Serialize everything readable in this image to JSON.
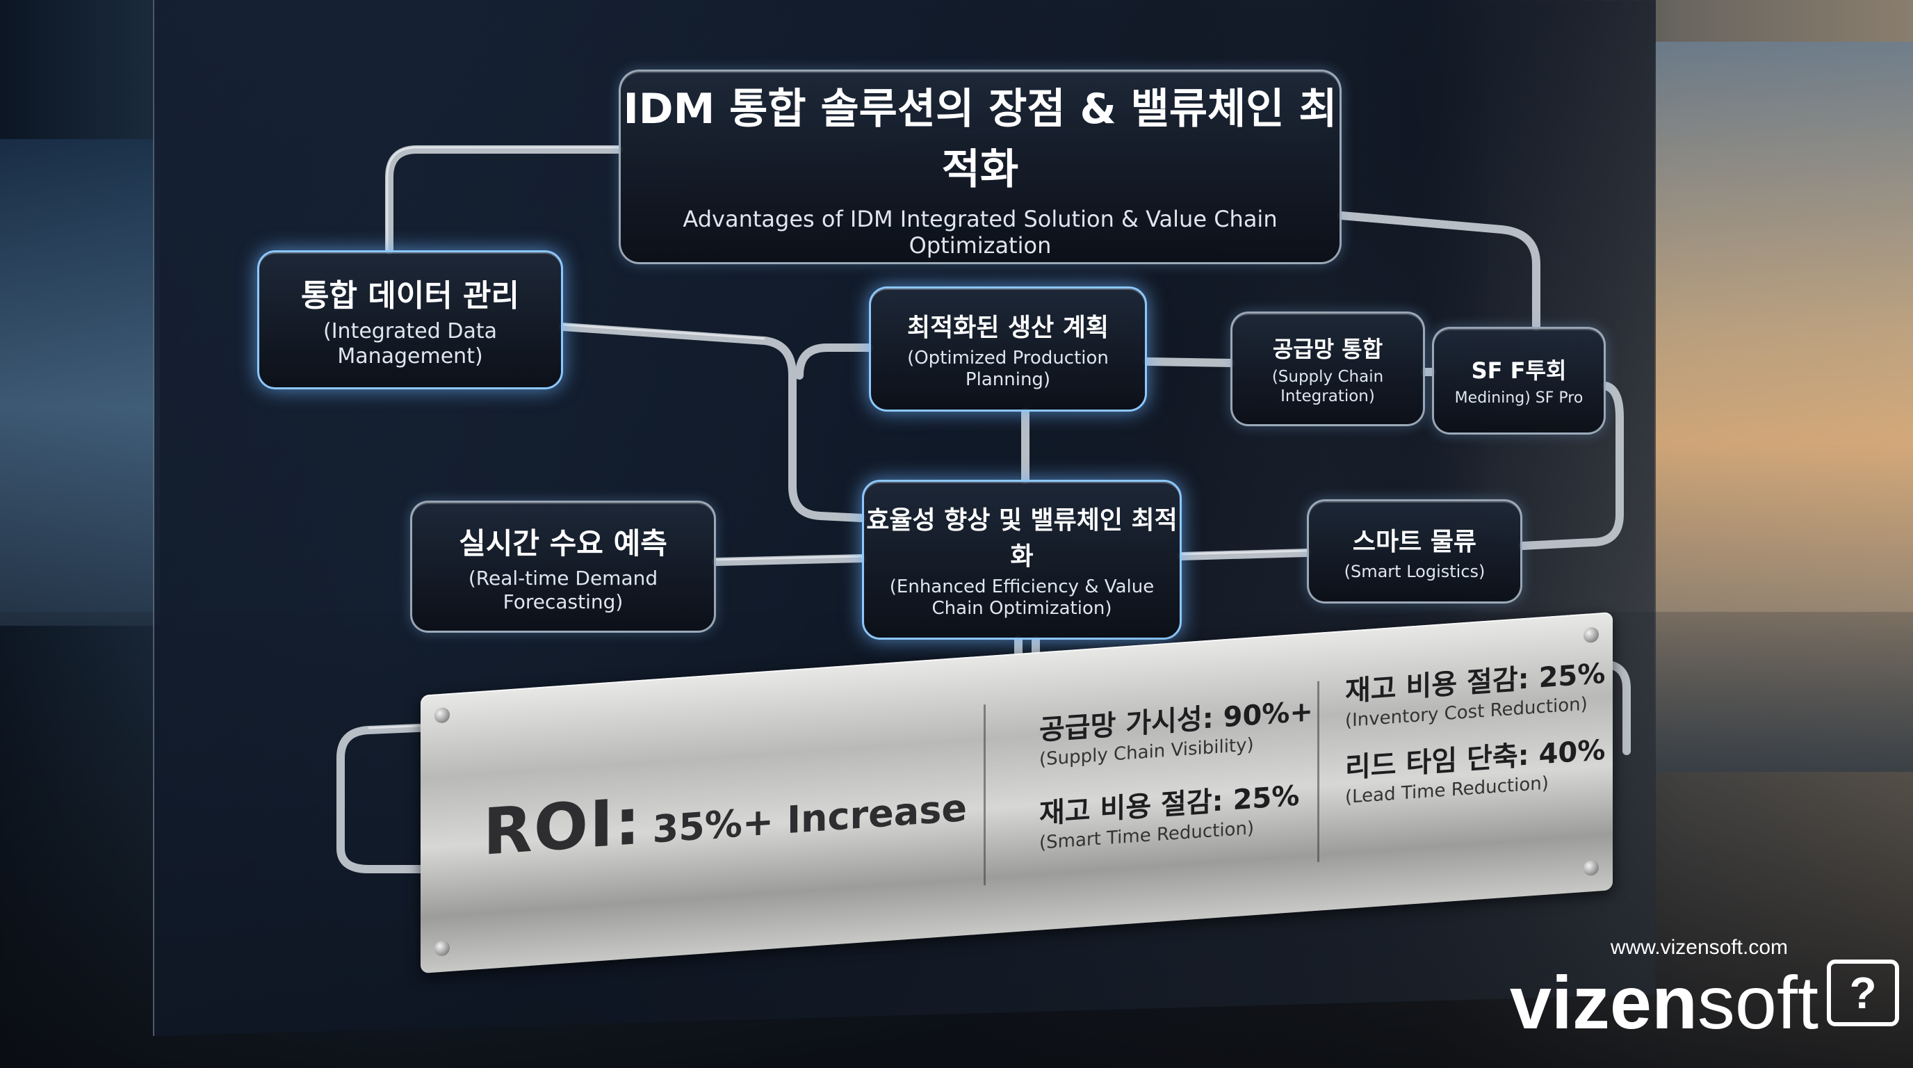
{
  "title": {
    "ko": "IDM 통합 솔루션의 장점 & 밸류체인 최적화",
    "en": "Advantages of IDM Integrated Solution & Value Chain Optimization"
  },
  "nodes": {
    "data": {
      "ko": "통합 데이터 관리",
      "en": "(Integrated Data Management)"
    },
    "plan": {
      "ko": "최적화된 생산 계획",
      "en": "(Optimized Production Planning)"
    },
    "supply": {
      "ko": "공급망 통합",
      "en": "(Supply Chain Integration)"
    },
    "sff": {
      "ko": "SF F투회",
      "en": "Medining) SF Pro"
    },
    "demand": {
      "ko": "실시간 수요 예측",
      "en": "(Real-time Demand Forecasting)"
    },
    "core": {
      "ko": "효율성 향상 및 밸류체인 최적화",
      "en": "(Enhanced Efficiency & Value Chain Optimization)"
    },
    "logi": {
      "ko": "스마트 물류",
      "en": "(Smart Logistics)"
    }
  },
  "plate": {
    "roi_label": "ROI:",
    "roi_value": "35%+ Increase",
    "metrics": [
      {
        "ko": "공급망 가시성: 90%+",
        "en": "(Supply Chain Visibility)"
      },
      {
        "ko": "재고 비용 절감: 25%",
        "en": "(Smart Time Reduction)"
      },
      {
        "ko": "재고 비용 절감: 25%",
        "en": "(Inventory Cost Reduction)"
      },
      {
        "ko": "리드 타임 단축: 40%",
        "en": "(Lead Time Reduction)"
      }
    ]
  },
  "brand": {
    "url": "www.vizensoft.com",
    "logo_bold": "vizen",
    "logo_light": "soft",
    "icon": "question-bubble-icon",
    "icon_glyph": "?"
  },
  "colors": {
    "node_glow": "#8cc8ff",
    "pipe": "#c9ced4",
    "plate": "#c8c8c6"
  }
}
